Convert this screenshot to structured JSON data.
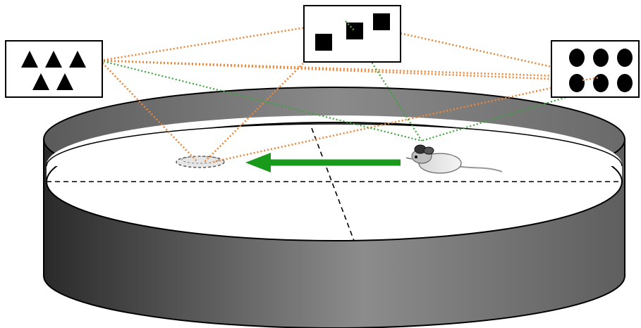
{
  "diagram": {
    "cues": [
      {
        "id": "triangles",
        "shape": "triangle",
        "count": 5
      },
      {
        "id": "squares",
        "shape": "square",
        "count": 3
      },
      {
        "id": "circles",
        "shape": "circle",
        "count": 6
      }
    ],
    "pool": {
      "quadrant_lines": 2,
      "platform": "hidden-platform",
      "subject": "mouse"
    },
    "arrow": {
      "direction": "left"
    },
    "colors": {
      "orange_lines": "#e8873a",
      "green_lines": "#3aa53a",
      "arrow": "#1a9a1a",
      "ink": "#000000",
      "pool_top": "#ffffff"
    }
  }
}
